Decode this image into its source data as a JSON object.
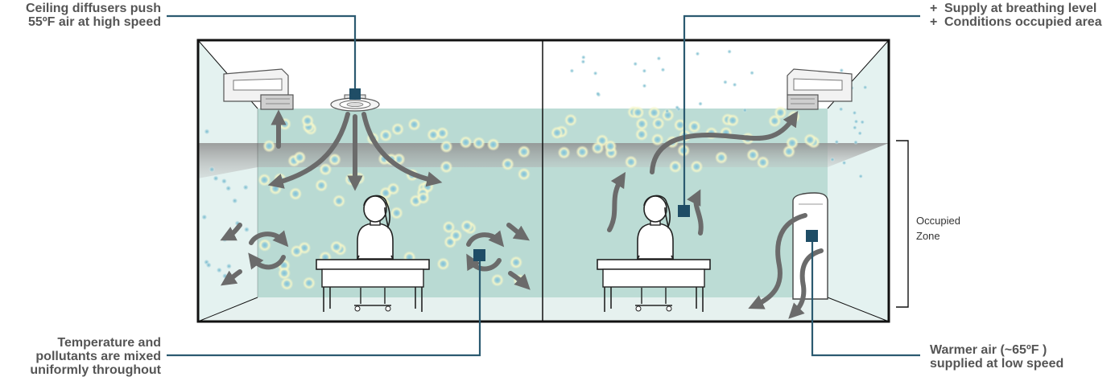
{
  "callouts": {
    "ceiling_diffusers": [
      "Ceiling diffusers push",
      "55ºF air at high speed"
    ],
    "mixed": [
      "Temperature and",
      "pollutants are mixed",
      "uniformly throughout"
    ],
    "supply_benefits": [
      {
        "marker": "+",
        "text": "Supply at breathing level"
      },
      {
        "marker": "+",
        "text": "Conditions occupied area"
      }
    ],
    "warmer_air": [
      "Warmer air (~65ºF )",
      "supplied at low speed"
    ]
  },
  "zone_label": [
    "Occupied",
    "Zone"
  ],
  "colors": {
    "outline": "#111111",
    "leader": "#2b5a70",
    "marker": "#1f4d66",
    "arrow": "#6b6b6b",
    "callout_text": "#555555",
    "wall_tint": "#dcefed",
    "zone_fill": "#b5d8d0",
    "band": "#9a9a9a"
  },
  "icons": [
    "ceiling-diffuser-icon",
    "wall-unit-icon",
    "tower-diffuser-icon",
    "student-icon",
    "desk-icon",
    "airflow-arrow-icon"
  ]
}
